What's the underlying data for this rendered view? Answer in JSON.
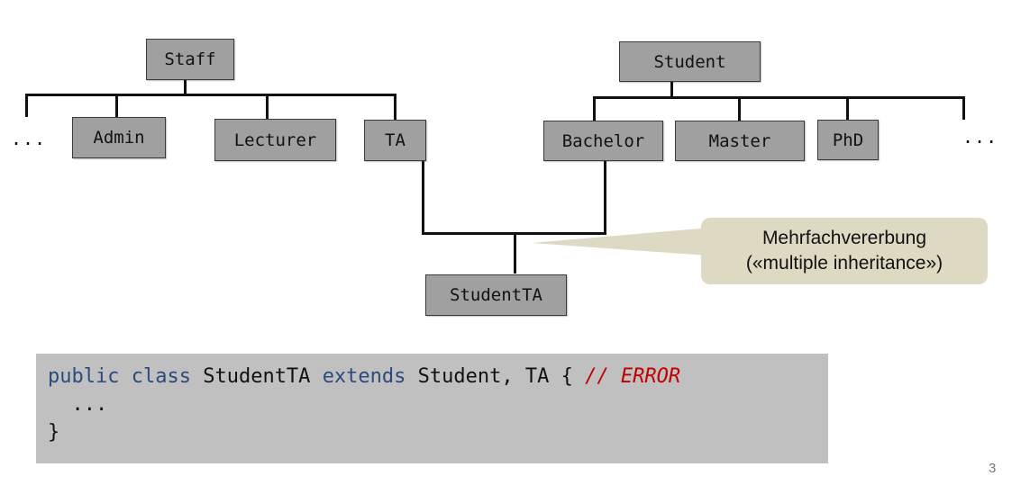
{
  "diagram": {
    "nodes": {
      "staff": "Staff",
      "student": "Student",
      "admin": "Admin",
      "lecturer": "Lecturer",
      "ta": "TA",
      "bachelor": "Bachelor",
      "master": "Master",
      "phd": "PhD",
      "student_ta": "StudentTA"
    },
    "ellipsis_left": "...",
    "ellipsis_right": "...",
    "edges": [
      {
        "from": "Admin",
        "to": "Staff"
      },
      {
        "from": "Lecturer",
        "to": "Staff"
      },
      {
        "from": "TA",
        "to": "Staff"
      },
      {
        "from": "Bachelor",
        "to": "Student"
      },
      {
        "from": "Master",
        "to": "Student"
      },
      {
        "from": "PhD",
        "to": "Student"
      },
      {
        "from": "StudentTA",
        "to": "TA"
      },
      {
        "from": "StudentTA",
        "to": "Bachelor"
      }
    ],
    "callout": {
      "line1": "Mehrfachvererbung",
      "line2": "(«multiple inheritance»)",
      "color": "#ddd9c3"
    }
  },
  "code": {
    "line1": {
      "kw1": "public",
      "kw2": "class",
      "name": "StudentTA",
      "kw3": "extends",
      "rest": "Student, TA {",
      "comment_slashes": "//",
      "comment_text": "ERROR"
    },
    "line2": "  ...",
    "line3": "}"
  },
  "page_number": "3",
  "colors": {
    "keyword": "#2b4a7e",
    "error": "#c00000",
    "box_fill": "#a0a0a0",
    "code_bg": "#c0c0c0"
  }
}
